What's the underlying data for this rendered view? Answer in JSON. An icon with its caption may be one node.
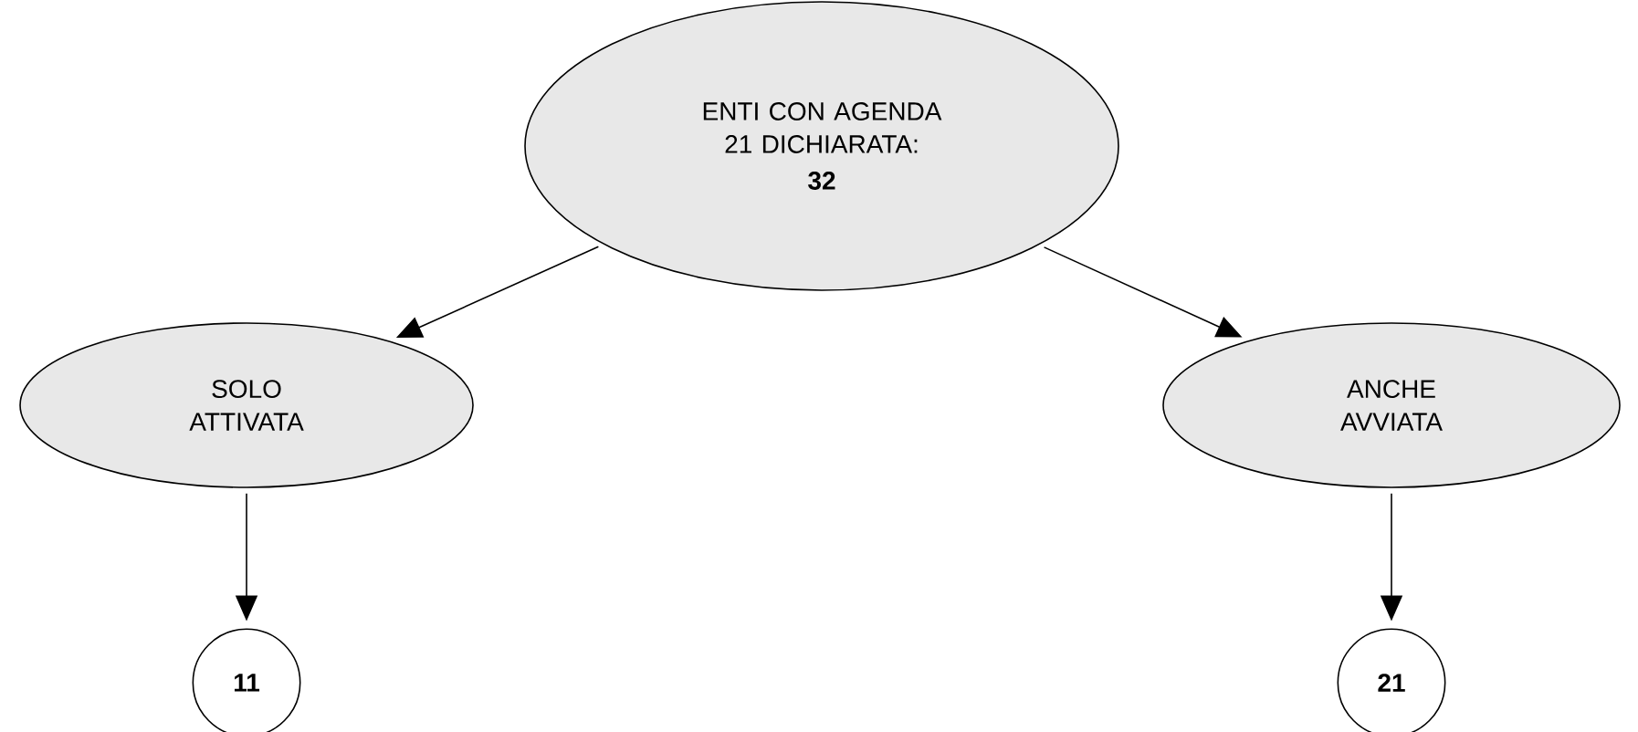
{
  "diagram": {
    "nodes": [
      {
        "text": [
          "ENTI CON AGENDA 21 DICHIARATA:",
          "32"
        ]
      },
      {
        "text": [
          "SOLO ATTIVATA"
        ]
      },
      {
        "text": [
          "ANCHE AVVIATA"
        ]
      },
      {
        "text": [
          "11"
        ]
      },
      {
        "text": [
          "21"
        ]
      }
    ],
    "edges": [
      {
        "from": 0,
        "to": 1,
        "arrow": "to"
      },
      {
        "from": 0,
        "to": 2,
        "arrow": "to"
      },
      {
        "from": 1,
        "to": 3,
        "arrow": "to"
      },
      {
        "from": 2,
        "to": 4,
        "arrow": "to"
      }
    ]
  }
}
